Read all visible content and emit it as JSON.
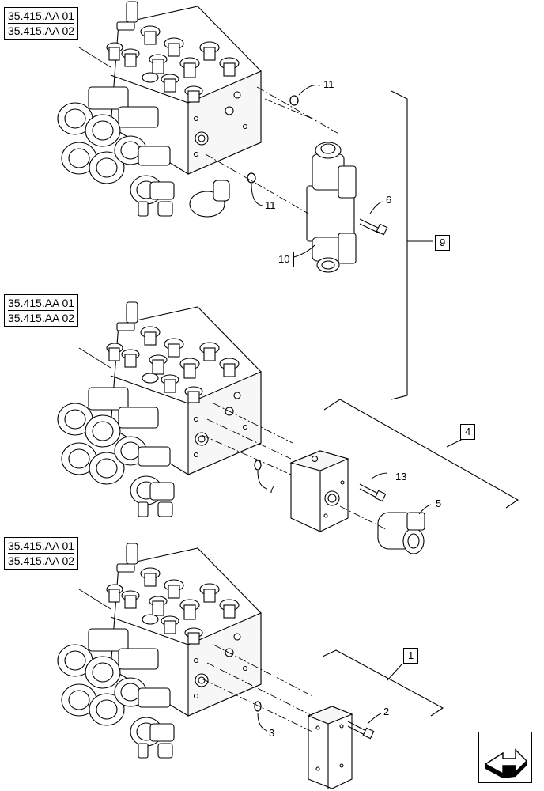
{
  "ref_groups": [
    {
      "line1": "35.415.AA 01",
      "line2": "35.415.AA 02"
    },
    {
      "line1": "35.415.AA 01",
      "line2": "35.415.AA 02"
    },
    {
      "line1": "35.415.AA 01",
      "line2": "35.415.AA 02"
    }
  ],
  "callouts": {
    "c11a": "11",
    "c11b": "11",
    "c6": "6",
    "c10": "10",
    "c9": "9",
    "c4": "4",
    "c7": "7",
    "c13": "13",
    "c5": "5",
    "c1": "1",
    "c2": "2",
    "c3": "3"
  },
  "icons": {
    "nav": "next-page-arrow-icon"
  }
}
